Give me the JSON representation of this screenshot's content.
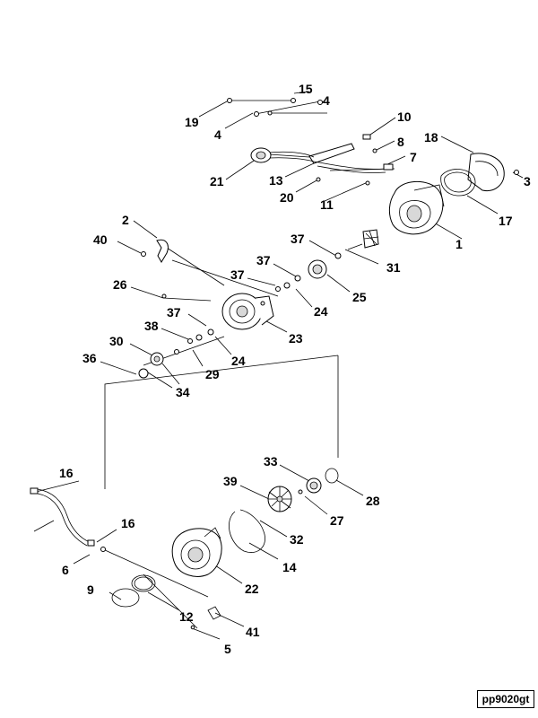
{
  "diagram": {
    "title": "",
    "callouts": [
      "1",
      "2",
      "3",
      "4",
      "4",
      "5",
      "6",
      "7",
      "8",
      "9",
      "10",
      "11",
      "12",
      "13",
      "14",
      "15",
      "16",
      "16",
      "17",
      "18",
      "19",
      "20",
      "21",
      "22",
      "23",
      "24",
      "24",
      "25",
      "26",
      "27",
      "28",
      "29",
      "30",
      "31",
      "32",
      "33",
      "34",
      "36",
      "37",
      "37",
      "37",
      "37",
      "38",
      "39",
      "40",
      "41"
    ],
    "reference_code": "pp9020gt"
  }
}
